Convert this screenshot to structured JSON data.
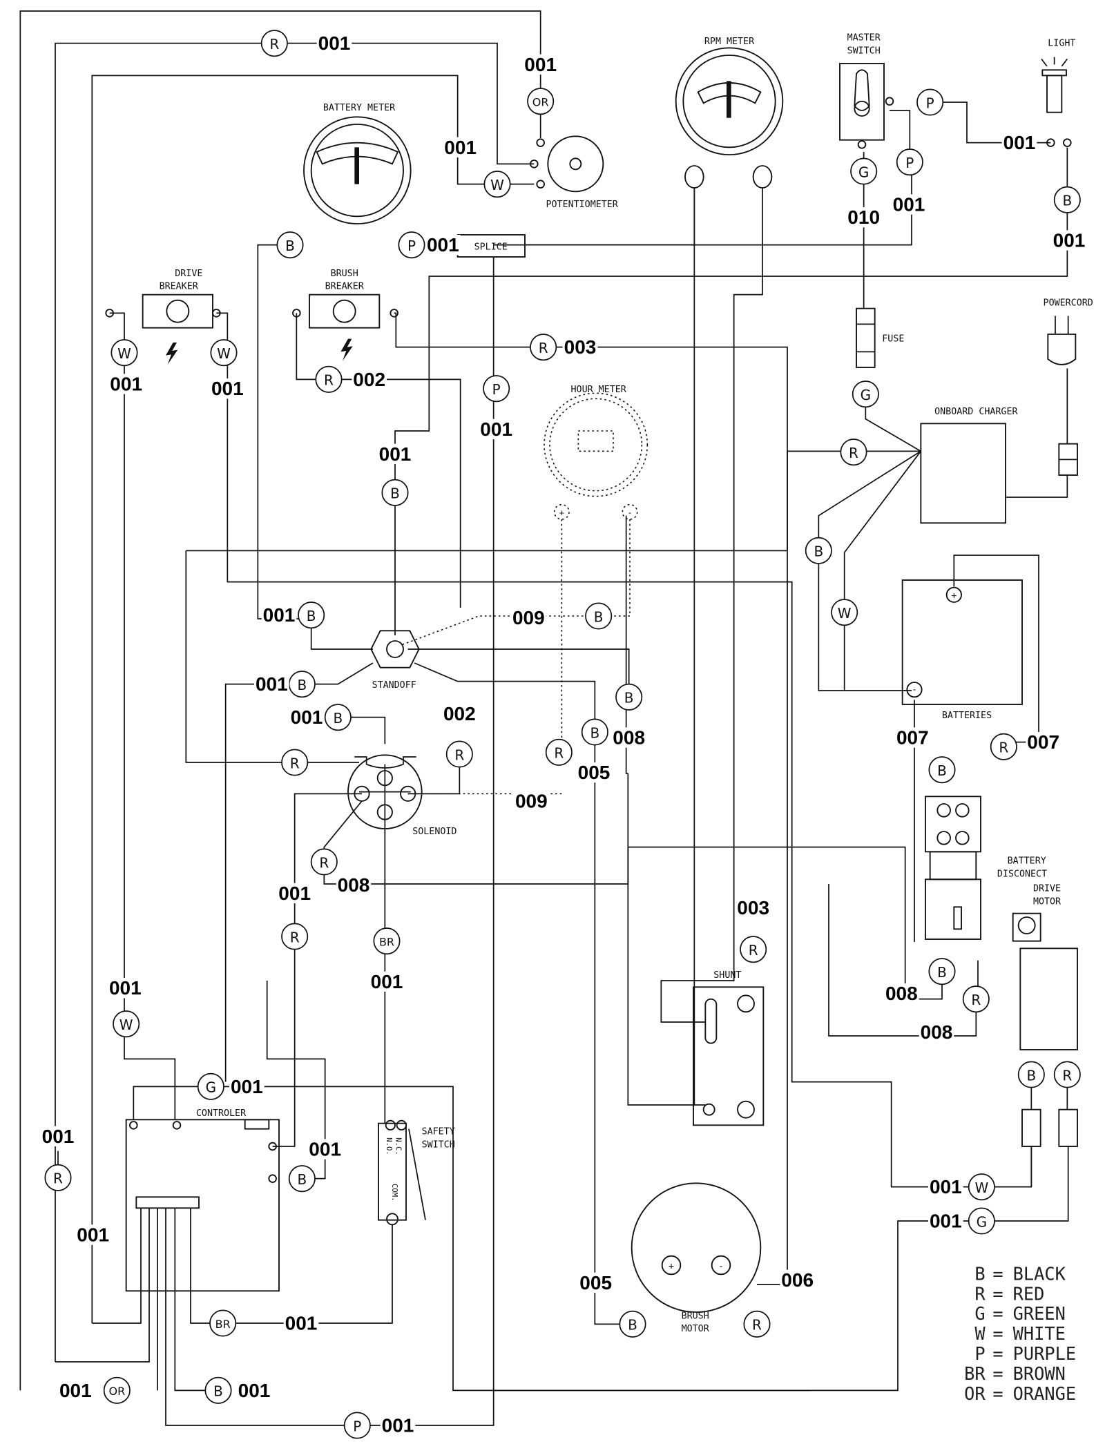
{
  "components": {
    "rpm_meter": "RPM METER",
    "master_switch": [
      "MASTER",
      "SWITCH"
    ],
    "light": "LIGHT",
    "battery_meter": "BATTERY METER",
    "potentiometer": "POTENTIOMETER",
    "splice": "SPLICE",
    "drive_breaker": [
      "DRIVE",
      "BREAKER"
    ],
    "brush_breaker": [
      "BRUSH",
      "BREAKER"
    ],
    "hour_meter": "HOUR METER",
    "fuse": "FUSE",
    "powercord": "POWERCORD",
    "onboard_charger": "ONBOARD CHARGER",
    "batteries": "BATTERIES",
    "standoff": "STANDOFF",
    "solenoid": "SOLENOID",
    "battery_disconnect": [
      "BATTERY",
      "DISCONECT"
    ],
    "drive_motor": [
      "DRIVE",
      "MOTOR"
    ],
    "shunt": "SHUNT",
    "controller": "CONTROLER",
    "safety_switch": [
      "SAFETY",
      "SWITCH"
    ],
    "safety_switch_terminals": [
      "N.C.",
      "N.O.",
      "COM."
    ],
    "brush_motor": [
      "BRUSH",
      "MOTOR"
    ],
    "terminal_plus": "+",
    "terminal_minus": "-"
  },
  "connectors": [
    "R",
    "OR",
    "W",
    "B",
    "P",
    "W",
    "W",
    "R",
    "R",
    "P",
    "B",
    "G",
    "P",
    "P",
    "B",
    "G",
    "R",
    "B",
    "W",
    "B",
    "B",
    "B",
    "B",
    "B",
    "B",
    "R",
    "R",
    "R",
    "R",
    "BR",
    "R",
    "B",
    "R",
    "B",
    "R",
    "B",
    "R",
    "W",
    "G",
    "W",
    "G",
    "B",
    "R",
    "BR",
    "OR",
    "B",
    "P",
    "B",
    "R",
    "R"
  ],
  "wire_numbers": [
    "001",
    "001",
    "001",
    "001",
    "001",
    "001",
    "002",
    "003",
    "001",
    "001",
    "010",
    "001",
    "001",
    "001",
    "001",
    "001",
    "001",
    "009",
    "009",
    "008",
    "005",
    "002",
    "008",
    "001",
    "001",
    "003",
    "007",
    "007",
    "008",
    "008",
    "001",
    "001",
    "001",
    "001",
    "001",
    "001",
    "001",
    "001",
    "001",
    "001",
    "001",
    "005",
    "006"
  ],
  "legend": [
    {
      "code": "B",
      "color": "BLACK"
    },
    {
      "code": "R",
      "color": "RED"
    },
    {
      "code": "G",
      "color": "GREEN"
    },
    {
      "code": "W",
      "color": "WHITE"
    },
    {
      "code": "P",
      "color": "PURPLE"
    },
    {
      "code": "BR",
      "color": "BROWN"
    },
    {
      "code": "OR",
      "color": "ORANGE"
    }
  ]
}
